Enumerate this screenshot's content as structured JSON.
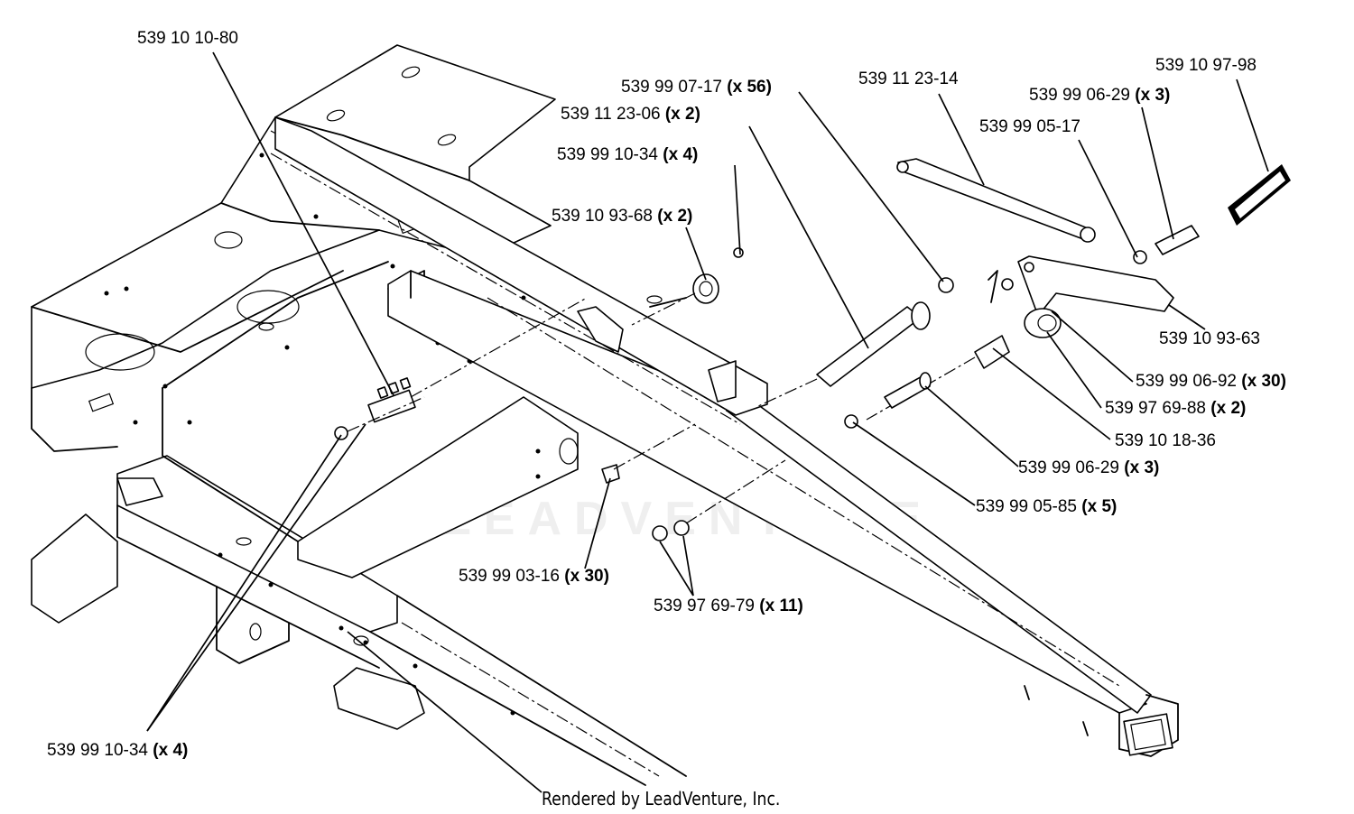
{
  "credit": "Rendered by LeadVenture, Inc.",
  "watermark": "LEADVENTURE",
  "callouts": [
    {
      "part": "539 10 10-80",
      "qty": ""
    },
    {
      "part": "539 99 07-17",
      "qty": "(x 56)"
    },
    {
      "part": "539 11 23-06",
      "qty": "(x 2)"
    },
    {
      "part": "539 99 10-34",
      "qty": "(x 4)"
    },
    {
      "part": "539 10 93-68",
      "qty": "(x 2)"
    },
    {
      "part": "539 11 23-14",
      "qty": ""
    },
    {
      "part": "539 10 97-98",
      "qty": ""
    },
    {
      "part": "539 99 06-29",
      "qty": "(x 3)"
    },
    {
      "part": "539 99 05-17",
      "qty": ""
    },
    {
      "part": "539 10 93-63",
      "qty": ""
    },
    {
      "part": "539 99 06-92",
      "qty": "(x 30)"
    },
    {
      "part": "539 97 69-88",
      "qty": "(x 2)"
    },
    {
      "part": "539 10 18-36",
      "qty": ""
    },
    {
      "part": "539 99 06-29",
      "qty": "(x 3)"
    },
    {
      "part": "539 99 05-85",
      "qty": "(x 5)"
    },
    {
      "part": "539 99 03-16",
      "qty": "(x 30)"
    },
    {
      "part": "539 97 69-79",
      "qty": "(x 11)"
    },
    {
      "part": "539 99 10-34",
      "qty": "(x 4)"
    }
  ]
}
